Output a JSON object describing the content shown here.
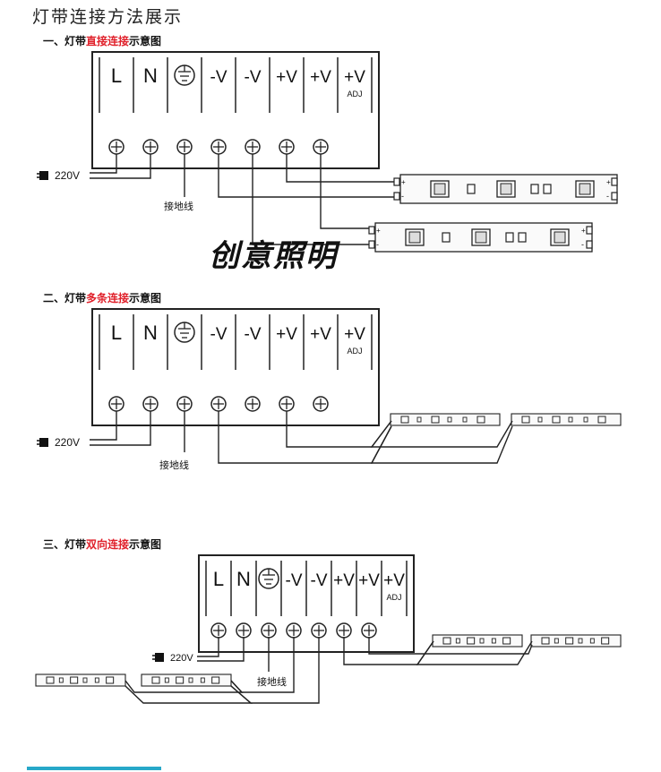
{
  "page_title": "灯带连接方法展示",
  "watermark": "创意照明",
  "sections": [
    {
      "prefix": "一、灯带",
      "highlight": "直接连接",
      "suffix": "示意图",
      "ground_label": "接地线",
      "voltage_label": "220V"
    },
    {
      "prefix": "二、灯带",
      "highlight": "多条连接",
      "suffix": "示意图",
      "ground_label": "接地线",
      "voltage_label": "220V"
    },
    {
      "prefix": "三、灯带",
      "highlight": "双向连接",
      "suffix": "示意图",
      "ground_label": "接地线",
      "voltage_label": "220V"
    }
  ],
  "terminals": [
    "L",
    "N",
    "ground",
    "-V",
    "-V",
    "+V",
    "+V",
    "+V"
  ],
  "adj_label": "ADJ",
  "strip_polarity": {
    "plus": "+",
    "minus": "-"
  },
  "colors": {
    "highlight": "#e0202a",
    "line": "#222222",
    "strip_fill": "#fafafa",
    "accent_bar": "#27a8c9"
  }
}
